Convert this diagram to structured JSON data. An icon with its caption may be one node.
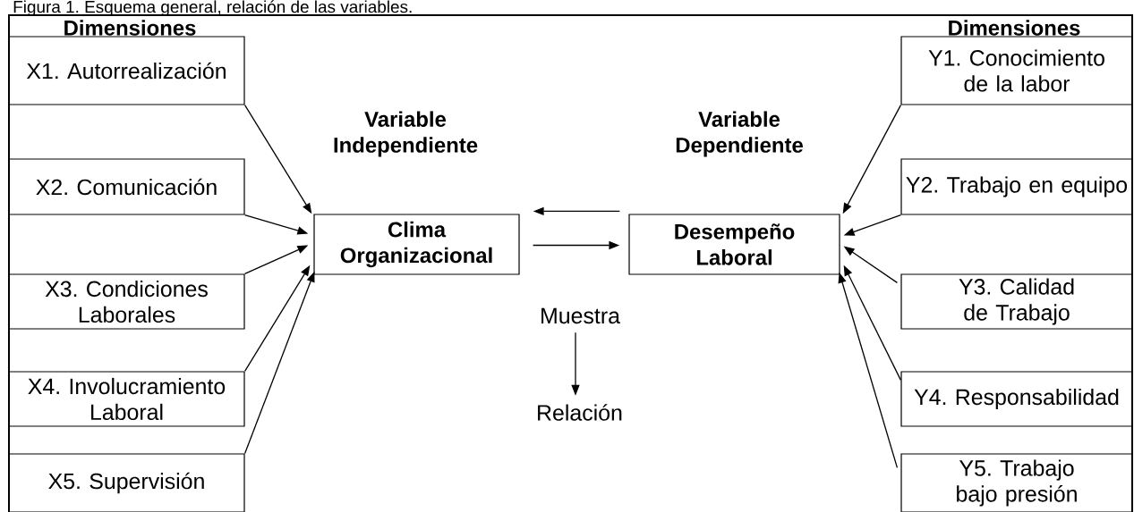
{
  "diagram": {
    "title": "Figura 1. Esquema general, relación de las variables.",
    "nodes": [
      {
        "text": [
          "X1. Autorrealización"
        ]
      },
      {
        "text": [
          "X2. Comunicación"
        ]
      },
      {
        "text": [
          "X3. Condiciones Laborales"
        ]
      },
      {
        "text": [
          "X4. Involucramiento Laboral"
        ]
      },
      {
        "text": [
          "X5. Supervisión"
        ]
      },
      {
        "text": [
          "Clima Organizacional"
        ]
      },
      {
        "text": [
          "Desempeño Laboral"
        ]
      },
      {
        "text": [
          "Y1. Conocimiento de la labor"
        ]
      },
      {
        "text": [
          "Y2. Trabajo en equipo"
        ]
      },
      {
        "text": [
          "Y3. Calidad de Trabajo"
        ]
      },
      {
        "text": [
          "Y4. Responsabilidad"
        ]
      },
      {
        "text": [
          "Y5. Trabajo bajo presión"
        ]
      },
      {
        "text": [
          "Muestra"
        ]
      },
      {
        "text": [
          "Relación"
        ]
      }
    ],
    "edges": [
      {
        "from": 0,
        "to": 5,
        "arrow": "to"
      },
      {
        "from": 1,
        "to": 5,
        "arrow": "to"
      },
      {
        "from": 2,
        "to": 5,
        "arrow": "to"
      },
      {
        "from": 3,
        "to": 5,
        "arrow": "to"
      },
      {
        "from": 4,
        "to": 5,
        "arrow": "to"
      },
      {
        "from": 7,
        "to": 6,
        "arrow": "to"
      },
      {
        "from": 8,
        "to": 6,
        "arrow": "to"
      },
      {
        "from": 9,
        "to": 6,
        "arrow": "to"
      },
      {
        "from": 10,
        "to": 6,
        "arrow": "to"
      },
      {
        "from": 11,
        "to": 6,
        "arrow": "to"
      },
      {
        "from": 6,
        "to": 5,
        "arrow": "to"
      },
      {
        "from": 5,
        "to": 6,
        "arrow": "to"
      },
      {
        "from": 12,
        "to": 13,
        "arrow": "to"
      }
    ],
    "labels": [
      "Dimensiones",
      "Dimensiones",
      "Variable Independiente",
      "Variable Dependiente"
    ]
  }
}
